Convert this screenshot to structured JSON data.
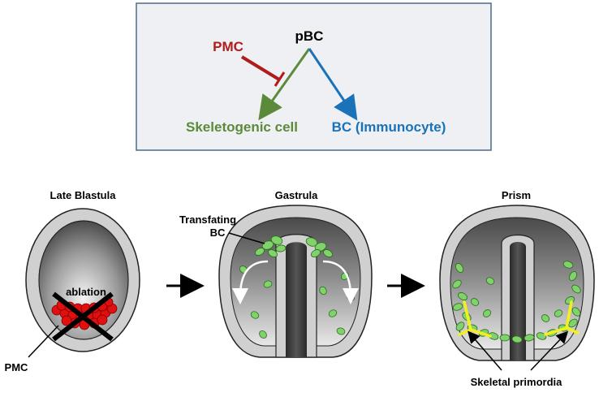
{
  "scheme": {
    "root": "pBC",
    "inhibitor": "PMC",
    "left_fate": "Skeletogenic cell",
    "right_fate": "BC (Immunocyte)",
    "colors": {
      "inhibitor": "#b01c1c",
      "left_fate": "#5b8a3a",
      "right_fate": "#1a73b8",
      "box_fill": "#eef0f3",
      "box_border": "#4a6a8a"
    }
  },
  "stages": {
    "late_blastula": {
      "title": "Late Blastula",
      "ablation_label": "ablation",
      "pmc_label": "PMC"
    },
    "gastrula": {
      "title": "Gastrula",
      "callout_line1": "Transfating",
      "callout_line2": "BC"
    },
    "prism": {
      "title": "Prism",
      "callout": "Skeletal primordia"
    }
  },
  "icons": [
    "right-arrow-icon",
    "x-cross-icon",
    "inhibition-arrow-icon",
    "curved-arrow-icon"
  ]
}
